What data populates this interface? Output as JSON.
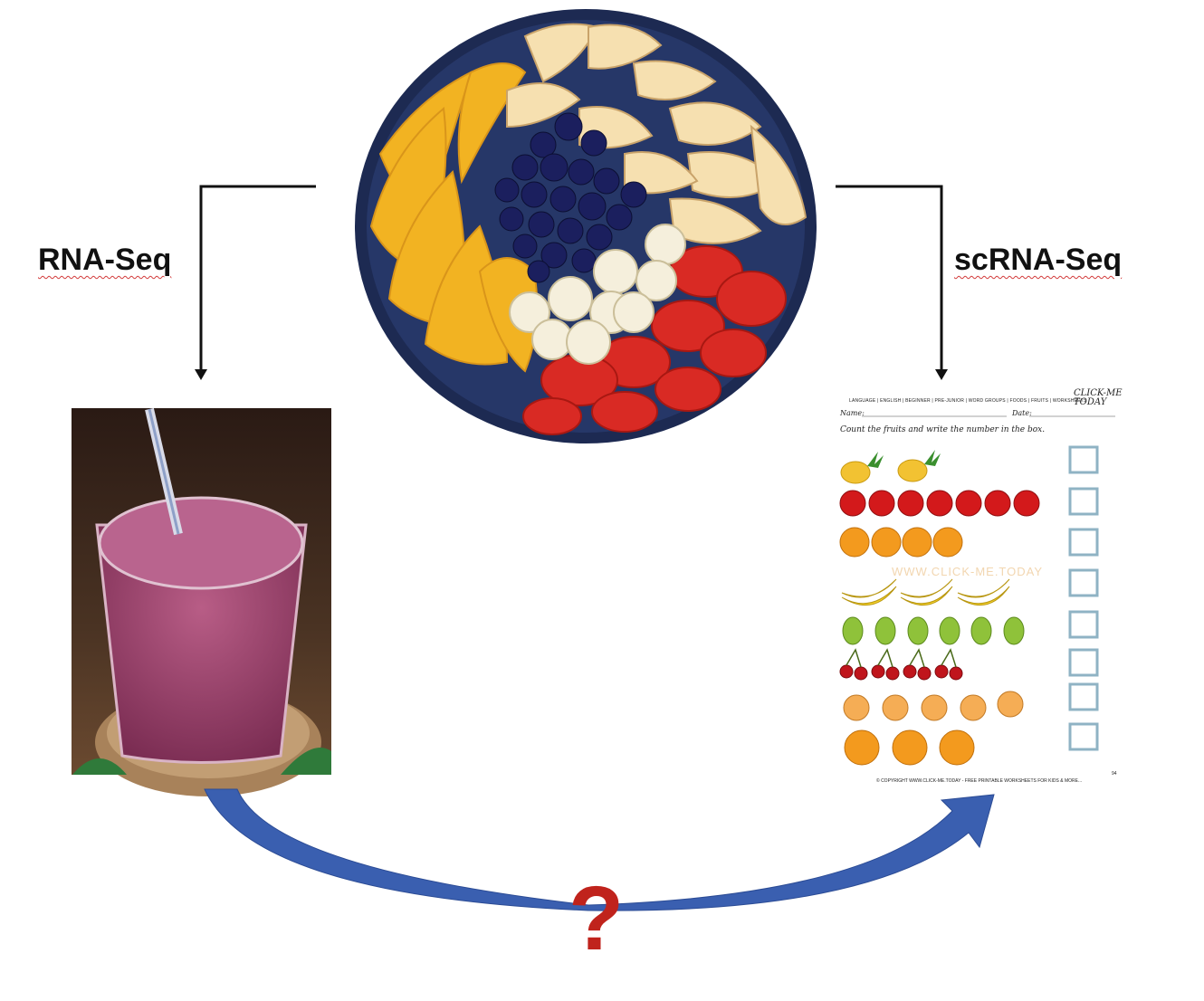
{
  "labels": {
    "left_method": "RNA-Seq",
    "right_method": "scRNA-Seq",
    "question": "?"
  },
  "worksheet": {
    "header": "LANGUAGE | ENGLISH | BEGINNER | PRE-JUNIOR | WORD GROUPS | FOODS | FRUITS | WORKSHEETS",
    "logo": "CLICK-ME TODAY",
    "name_label": "Name:",
    "date_label": "Date:",
    "instruction": "Count the fruits and write the number in the box.",
    "watermark": "WWW.CLICK-ME.TODAY",
    "footer": "© COPYRIGHT  WWW.CLICK-ME.TODAY  - FREE PRINTABLE WORKSHEETS FOR KIDS & MORE...",
    "page_number": "94",
    "rows": [
      {
        "fruit": "pineapple",
        "count": 2
      },
      {
        "fruit": "apple",
        "count": 7
      },
      {
        "fruit": "orange",
        "count": 4
      },
      {
        "fruit": "banana",
        "count": 3
      },
      {
        "fruit": "pear",
        "count": 6
      },
      {
        "fruit": "cherry",
        "count": 4
      },
      {
        "fruit": "peach",
        "count": 5
      },
      {
        "fruit": "orange",
        "count": 3
      }
    ]
  },
  "colors": {
    "connector": "#111111",
    "curve_arrow": "#3a5fb0",
    "question_mark": "#c0231c",
    "answer_box": "#8fb3c4"
  },
  "icons": {
    "fruit_bowl": "fruit-bowl-image",
    "smoothie": "smoothie-glass-image",
    "worksheet": "fruit-counting-worksheet-image"
  }
}
